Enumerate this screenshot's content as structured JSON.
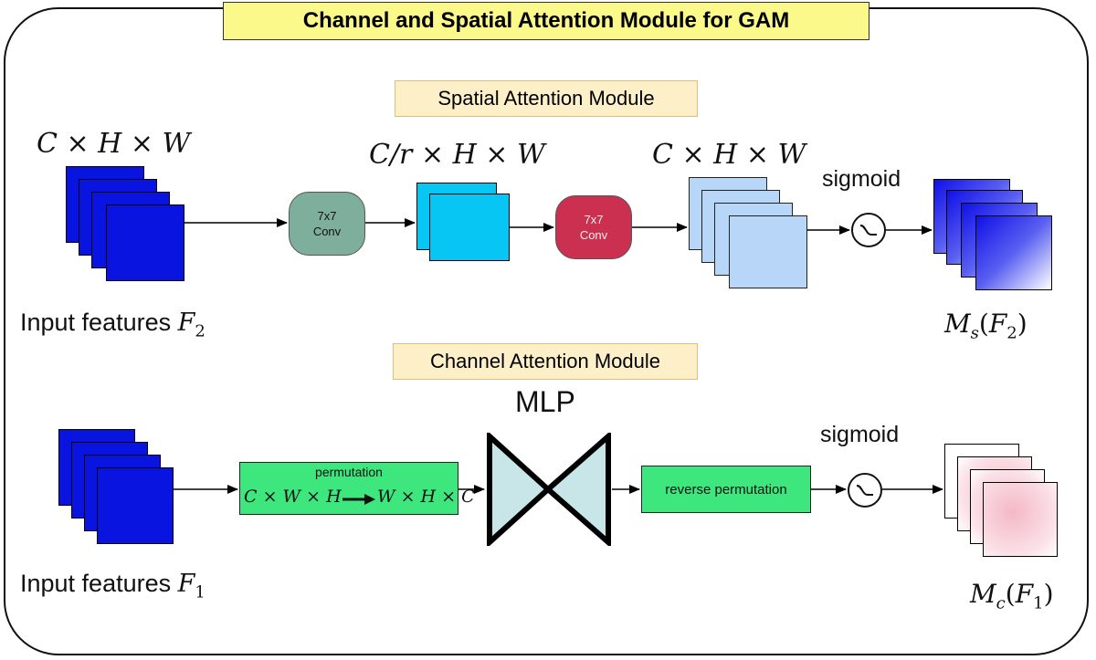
{
  "title": "Channel and Spatial Attention Module for GAM",
  "spatial": {
    "label": "Spatial Attention Module",
    "input_dim": "C × H × W",
    "mid_dim": "C/r × H × W",
    "out_dim": "C × H × W",
    "conv1": {
      "line1": "7x7",
      "line2": "Conv"
    },
    "conv2": {
      "line1": "7x7",
      "line2": "Conv"
    },
    "sigmoid": "sigmoid",
    "input_text": "Input features ",
    "input_var": "F",
    "input_sub": "2",
    "output": "Ms(F2)",
    "output_main": "M",
    "output_sub": "s",
    "output_arg": "(F",
    "output_arg_sub": "2",
    "output_close": ")"
  },
  "channel": {
    "label": "Channel Attention Module",
    "mlp": "MLP",
    "permutation_title": "permutation",
    "permutation_formula": "C × W × H ⟶ W × H × C",
    "perm_left": "C × W × H",
    "perm_right": "W × H × C",
    "reverse": "reverse permutation",
    "sigmoid": "sigmoid",
    "input_text": "Input features ",
    "input_var": "F",
    "input_sub": "1",
    "output_main": "M",
    "output_sub": "c",
    "output_arg": "(F",
    "output_arg_sub": "1",
    "output_close": ")"
  },
  "colors": {
    "input_blue": "#0a14e0",
    "mid_cyan": "#08c6f4",
    "light_blue": "#b8d6f8",
    "conv1": "#7daf9c",
    "conv2": "#cc3050",
    "green": "#3ee67e",
    "mlp": "#c8e6e8",
    "pink": "#f4b8c6"
  }
}
